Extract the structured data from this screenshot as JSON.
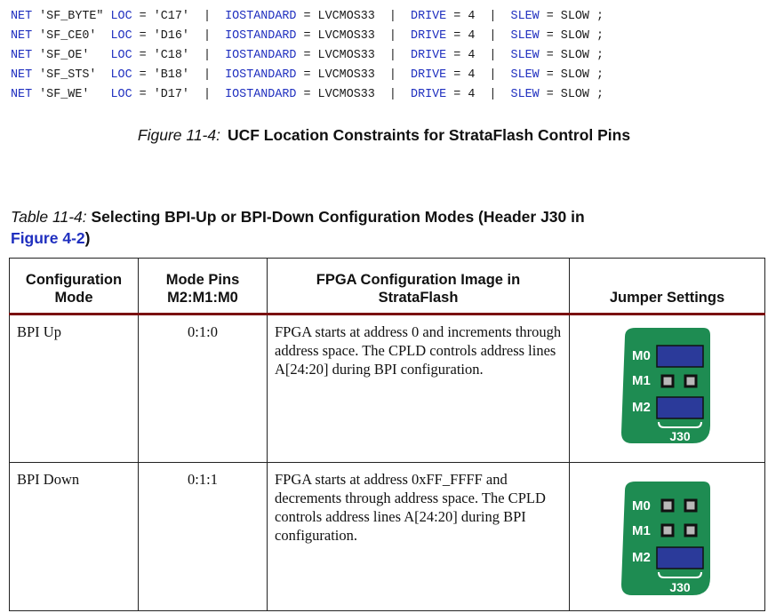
{
  "code_lines": [
    [
      "NET",
      " 'SF_BYTE\" ",
      "LOC",
      " = 'C17'  |  ",
      "IOSTANDARD",
      " = LVCMOS33  |  ",
      "DRIVE",
      " = 4  |  ",
      "SLEW",
      " = SLOW ;"
    ],
    [
      "NET",
      " 'SF_CE0'  ",
      "LOC",
      " = 'D16'  |  ",
      "IOSTANDARD",
      " = LVCMOS33  |  ",
      "DRIVE",
      " = 4  |  ",
      "SLEW",
      " = SLOW ;"
    ],
    [
      "NET",
      " 'SF_OE'   ",
      "LOC",
      " = 'C18'  |  ",
      "IOSTANDARD",
      " = LVCMOS33  |  ",
      "DRIVE",
      " = 4  |  ",
      "SLEW",
      " = SLOW ;"
    ],
    [
      "NET",
      " 'SF_STS'  ",
      "LOC",
      " = 'B18'  |  ",
      "IOSTANDARD",
      " = LVCMOS33  |  ",
      "DRIVE",
      " = 4  |  ",
      "SLEW",
      " = SLOW ;"
    ],
    [
      "NET",
      " 'SF_WE'   ",
      "LOC",
      " = 'D17'  |  ",
      "IOSTANDARD",
      " = LVCMOS33  |  ",
      "DRIVE",
      " = 4  |  ",
      "SLEW",
      " = SLOW ;"
    ]
  ],
  "figure_caption": {
    "label": "Figure 11-4:",
    "text": "UCF Location Constraints for StrataFlash Control Pins"
  },
  "table_caption": {
    "label": "Table 11-4:",
    "text": "Selecting BPI-Up or BPI-Down Configuration Modes (Header J30 in",
    "ref": "Figure 4-2",
    "close": ")"
  },
  "table": {
    "headers": [
      [
        "Configuration",
        "Mode"
      ],
      [
        "Mode Pins",
        "M2:M1:M0"
      ],
      [
        "FPGA Configuration Image in",
        "StrataFlash"
      ],
      [
        "Jumper Settings"
      ]
    ],
    "rows": [
      {
        "mode": "BPI Up",
        "pins": "0:1:0",
        "description": "FPGA starts at address 0 and increments through address space. The CPLD controls address lines A[24:20] during BPI configuration.",
        "jumper": {
          "m0": "M0",
          "m1": "M1",
          "m2": "M2",
          "header": "J30",
          "jumpered": [
            "M0",
            "M2"
          ]
        }
      },
      {
        "mode": "BPI Down",
        "pins": "0:1:1",
        "description": "FPGA starts at address 0xFF_FFFF and decrements through address space. The CPLD controls address lines A[24:20] during BPI configuration.",
        "jumper": {
          "m0": "M0",
          "m1": "M1",
          "m2": "M2",
          "header": "J30",
          "jumpered": [
            "M2"
          ]
        }
      }
    ]
  },
  "colors": {
    "keyword": "#1f2fbf",
    "board": "#1e8c52",
    "jumper": "#2b3a9a",
    "header_rule": "#7a1010"
  }
}
